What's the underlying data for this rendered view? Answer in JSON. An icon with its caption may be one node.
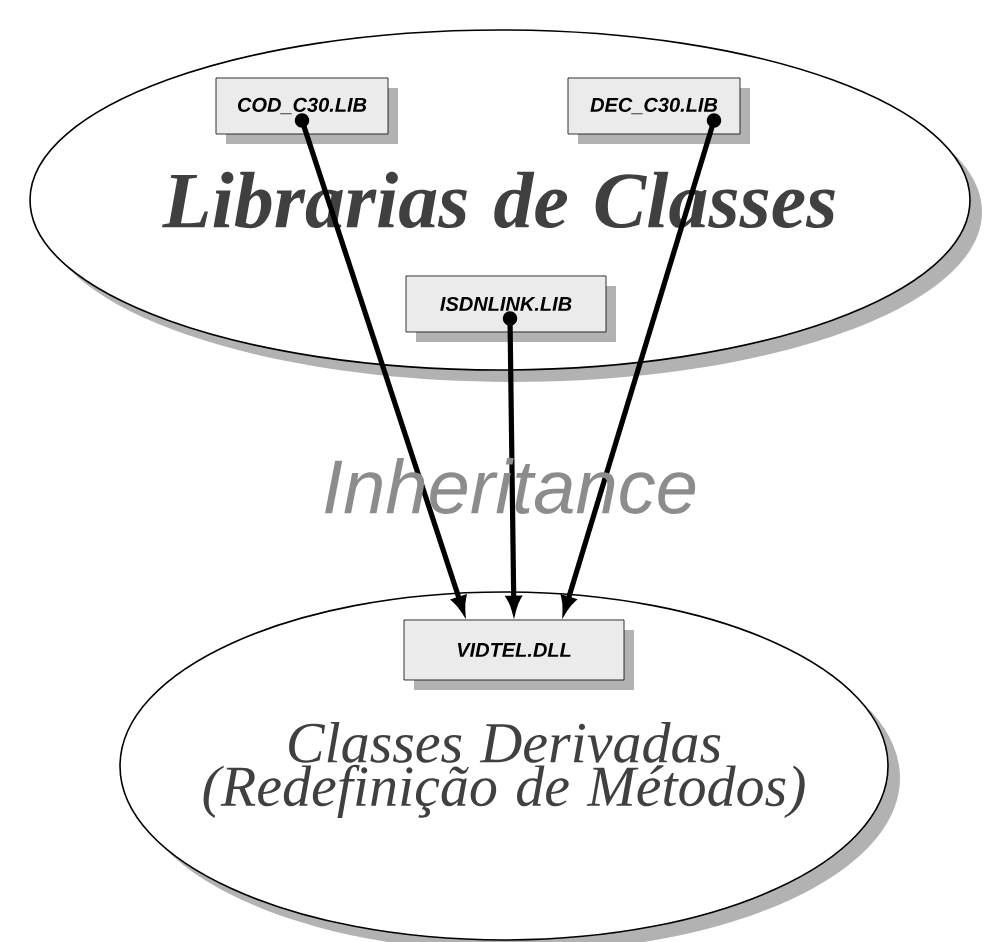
{
  "diagram": {
    "nodes": [
      {
        "text": [
          "Librarias de Classes"
        ]
      },
      {
        "text": [
          "COD_C30.LIB"
        ],
        "in": 0
      },
      {
        "text": [
          "DEC_C30.LIB"
        ],
        "in": 0
      },
      {
        "text": [
          "ISDNLINK.LIB"
        ],
        "in": 0
      },
      {
        "text": [
          "Classes Derivadas (Redefinição de Métodos)"
        ]
      },
      {
        "text": [
          "VIDTEL.DLL"
        ],
        "in": 4
      }
    ],
    "edges": [
      {
        "from": 1,
        "to": 5,
        "arrow": "to"
      },
      {
        "from": 3,
        "to": 5,
        "arrow": "to"
      },
      {
        "from": 2,
        "to": 5,
        "arrow": "to"
      }
    ],
    "labels": [
      "Inheritance"
    ]
  }
}
